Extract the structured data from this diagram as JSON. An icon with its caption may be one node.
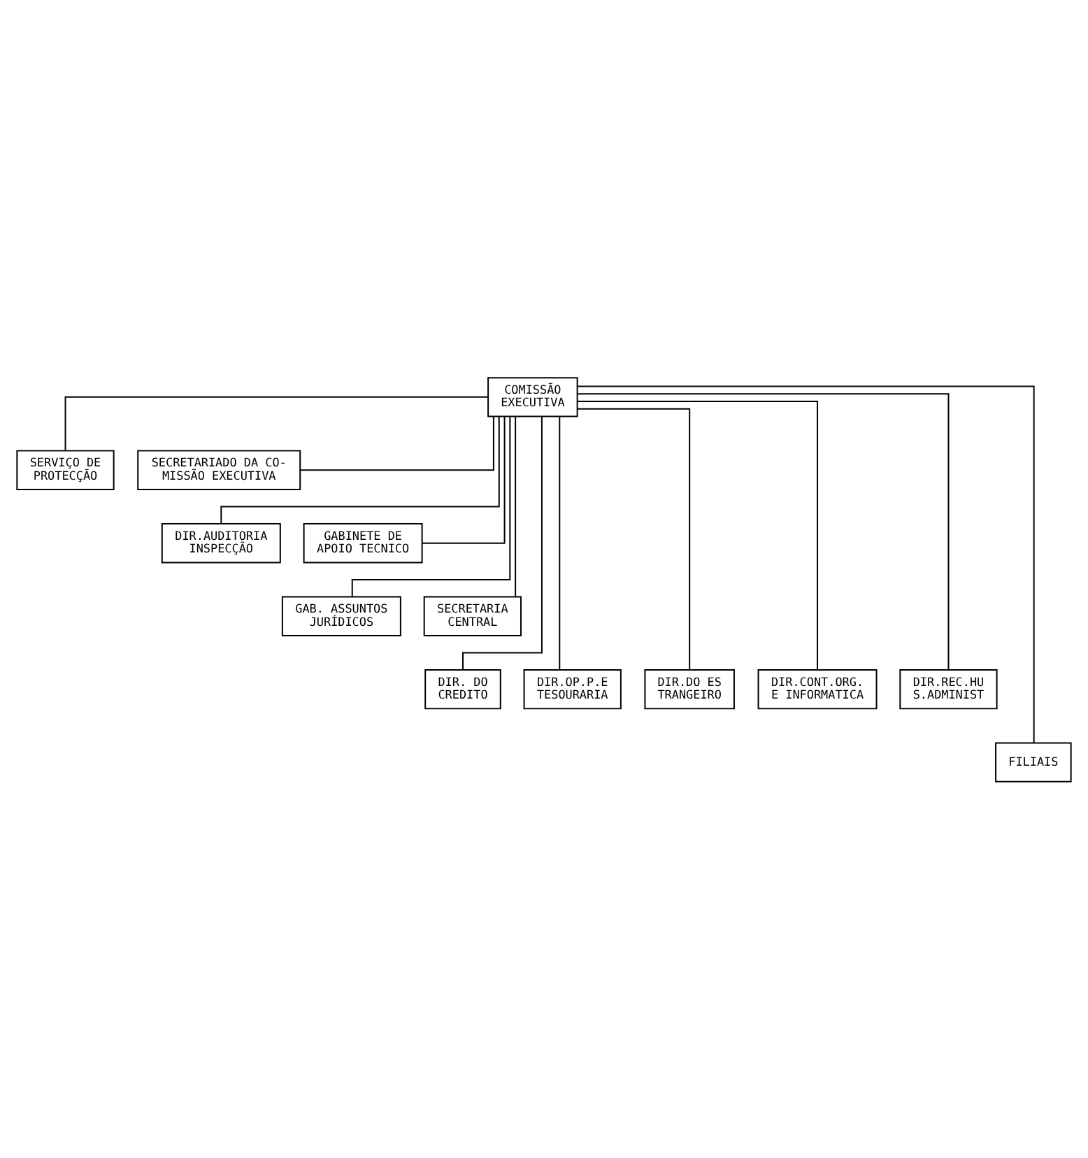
{
  "diagram": {
    "nodes": [
      {
        "text": [
          "COMISSÃO EXECUTIVA"
        ]
      },
      {
        "text": [
          "SERVIÇO DE PROTECÇÃO"
        ]
      },
      {
        "text": [
          "SECRETARIADO DA CO- MISSÃO EXECUTIVA"
        ]
      },
      {
        "text": [
          "DIR.AUDITORIA INSPECÇÃO"
        ]
      },
      {
        "text": [
          "GABINETE DE APOIO TECNICO"
        ]
      },
      {
        "text": [
          "GAB. ASSUNTOS JURÍDICOS"
        ]
      },
      {
        "text": [
          "SECRETARIA CENTRAL"
        ]
      },
      {
        "text": [
          "DIR. DO CREDITO"
        ]
      },
      {
        "text": [
          "DIR.OP.P.E TESOURARIA"
        ]
      },
      {
        "text": [
          "DIR.DO ES TRANGEIRO"
        ]
      },
      {
        "text": [
          "DIR.CONT.ORG. E INFORMATICA"
        ]
      },
      {
        "text": [
          "DIR.REC.HU S.ADMINIST"
        ]
      },
      {
        "text": [
          "FILIAIS"
        ]
      }
    ],
    "edges": [
      {
        "from": 0,
        "to": 1,
        "arrow": "none"
      },
      {
        "from": 0,
        "to": 2,
        "arrow": "none"
      },
      {
        "from": 0,
        "to": 3,
        "arrow": "none"
      },
      {
        "from": 0,
        "to": 4,
        "arrow": "none"
      },
      {
        "from": 0,
        "to": 5,
        "arrow": "none"
      },
      {
        "from": 0,
        "to": 6,
        "arrow": "none"
      },
      {
        "from": 0,
        "to": 7,
        "arrow": "none"
      },
      {
        "from": 0,
        "to": 8,
        "arrow": "none"
      },
      {
        "from": 0,
        "to": 9,
        "arrow": "none"
      },
      {
        "from": 0,
        "to": 10,
        "arrow": "none"
      },
      {
        "from": 0,
        "to": 11,
        "arrow": "none"
      },
      {
        "from": 0,
        "to": 12,
        "arrow": "none"
      }
    ]
  }
}
